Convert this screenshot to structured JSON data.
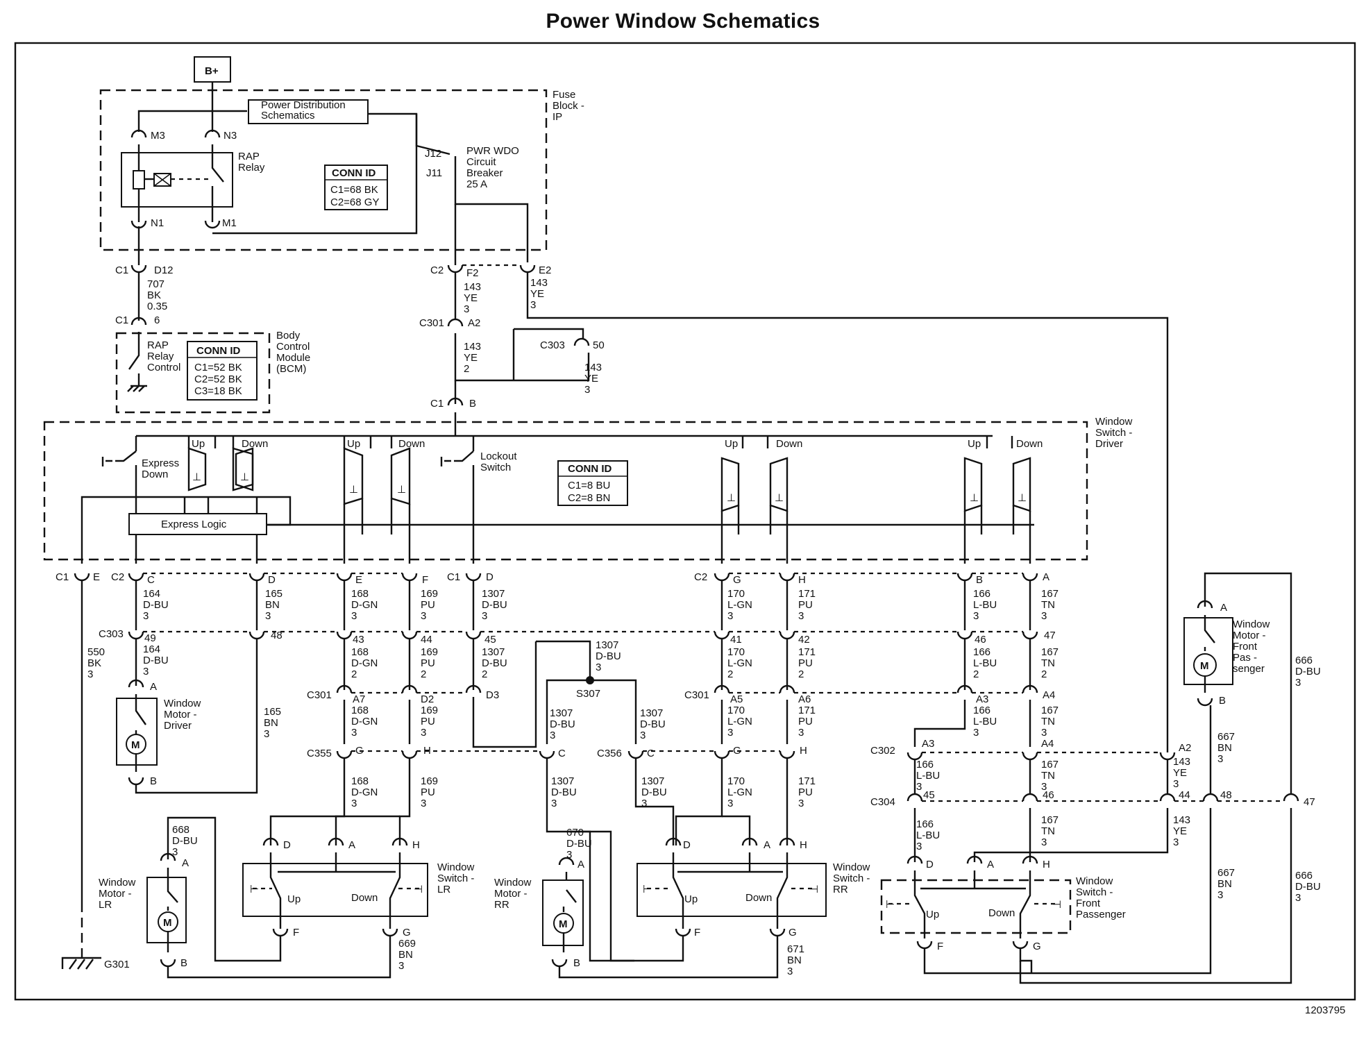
{
  "title": "Power Window Schematics",
  "figure_id": "1203795",
  "battery": "B+",
  "fuse_block": {
    "label": "Fuse Block - IP",
    "power_distribution": "Power Distribution Schematics",
    "rap_relay": "RAP Relay",
    "pins": {
      "m3": "M3",
      "n3": "N3",
      "n1": "N1",
      "m1": "M1",
      "j12": "J12",
      "j11": "J11"
    },
    "breaker": "PWR WDO Circuit Breaker 25 A",
    "conn_id": {
      "title": "CONN ID",
      "lines": [
        "C1=68 BK",
        "C2=68 GY"
      ]
    }
  },
  "bcm": {
    "label": "Body Control Module (BCM)",
    "control": "RAP Relay Control",
    "conn_id": {
      "title": "CONN ID",
      "lines": [
        "C1=52 BK",
        "C2=52 BK",
        "C3=18 BK"
      ]
    }
  },
  "driver_switch": {
    "label": "Window Switch - Driver",
    "express_down": "Express Down",
    "express_logic": "Express Logic",
    "lockout": "Lockout Switch",
    "up": "Up",
    "down": "Down",
    "conn_id": {
      "title": "CONN ID",
      "lines": [
        "C1=8 BU",
        "C2=8 BN"
      ]
    }
  },
  "motors": {
    "driver": "Window Motor - Driver",
    "lr": "Window Motor - LR",
    "rr": "Window Motor - RR",
    "front_pass": "Window Motor - Front Pas - senger"
  },
  "switches": {
    "lr": "Window Switch - LR",
    "rr": "Window Switch - RR",
    "front_pass": "Window Switch - Front Passenger"
  },
  "ground": "G301",
  "splice": "S307",
  "connectors": {
    "c1": "C1",
    "c2": "C2",
    "c301": "C301",
    "c302": "C302",
    "c303": "C303",
    "c304": "C304",
    "c355": "C355",
    "c356": "C356"
  },
  "wires": {
    "w707": [
      "707",
      "BK",
      "0.35"
    ],
    "w143_f2": [
      "143",
      "YE",
      "3"
    ],
    "w143_e2": [
      "143",
      "YE",
      "3"
    ],
    "w143_a2": [
      "143",
      "YE",
      "2"
    ],
    "w143_50": [
      "143",
      "YE",
      "3"
    ],
    "w164": [
      "164",
      "D-BU",
      "3"
    ],
    "w165": [
      "165",
      "BN",
      "3"
    ],
    "w168": [
      "168",
      "D-GN",
      "3"
    ],
    "w169": [
      "169",
      "PU",
      "3"
    ],
    "w1307": [
      "1307",
      "D-BU",
      "3"
    ],
    "w170": [
      "170",
      "L-GN",
      "3"
    ],
    "w171": [
      "171",
      "PU",
      "3"
    ],
    "w166": [
      "166",
      "L-BU",
      "3"
    ],
    "w167": [
      "167",
      "TN",
      "3"
    ],
    "w550": [
      "550",
      "BK",
      "3"
    ],
    "w164b": [
      "164",
      "D-BU",
      "3"
    ],
    "w165b": [
      "165",
      "BN",
      "3"
    ],
    "w168b": [
      "168",
      "D-GN",
      "2"
    ],
    "w169b": [
      "169",
      "PU",
      "2"
    ],
    "w1307b": [
      "1307",
      "D-BU",
      "2"
    ],
    "w1307c": [
      "1307",
      "D-BU",
      "3"
    ],
    "w170b": [
      "170",
      "L-GN",
      "2"
    ],
    "w171b": [
      "171",
      "PU",
      "2"
    ],
    "w166b": [
      "166",
      "L-BU",
      "2"
    ],
    "w167b": [
      "167",
      "TN",
      "2"
    ],
    "w666": [
      "666",
      "D-BU",
      "3"
    ],
    "w666b": [
      "666",
      "D-BU",
      "3"
    ],
    "w667": [
      "667",
      "BN",
      "3"
    ],
    "w667b": [
      "667",
      "BN",
      "3"
    ],
    "w668": [
      "668",
      "D-BU",
      "3"
    ],
    "w669": [
      "669",
      "BN",
      "3"
    ],
    "w670": [
      "670",
      "D-BU",
      "3"
    ],
    "w671": [
      "671",
      "BN",
      "3"
    ]
  }
}
